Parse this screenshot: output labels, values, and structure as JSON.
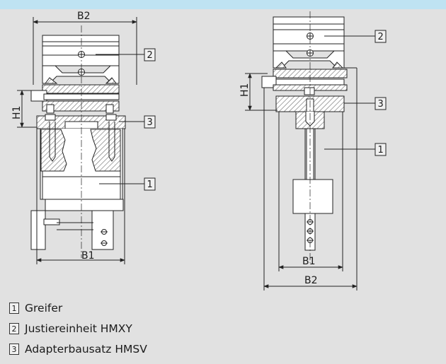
{
  "dimensions": {
    "b1": "B1",
    "b2": "B2",
    "h1": "H1"
  },
  "callouts": [
    "1",
    "2",
    "3"
  ],
  "legend": [
    {
      "num": "1",
      "text": "Greifer"
    },
    {
      "num": "2",
      "text": "Justiereinheit HMXY"
    },
    {
      "num": "3",
      "text": "Adapterbausatz HMSV"
    }
  ],
  "colors": {
    "background": "#e1e1e1",
    "top_bar": "#bfe3f2",
    "part_fill": "#ffffff",
    "hatch": "#777777",
    "line": "#222222"
  }
}
